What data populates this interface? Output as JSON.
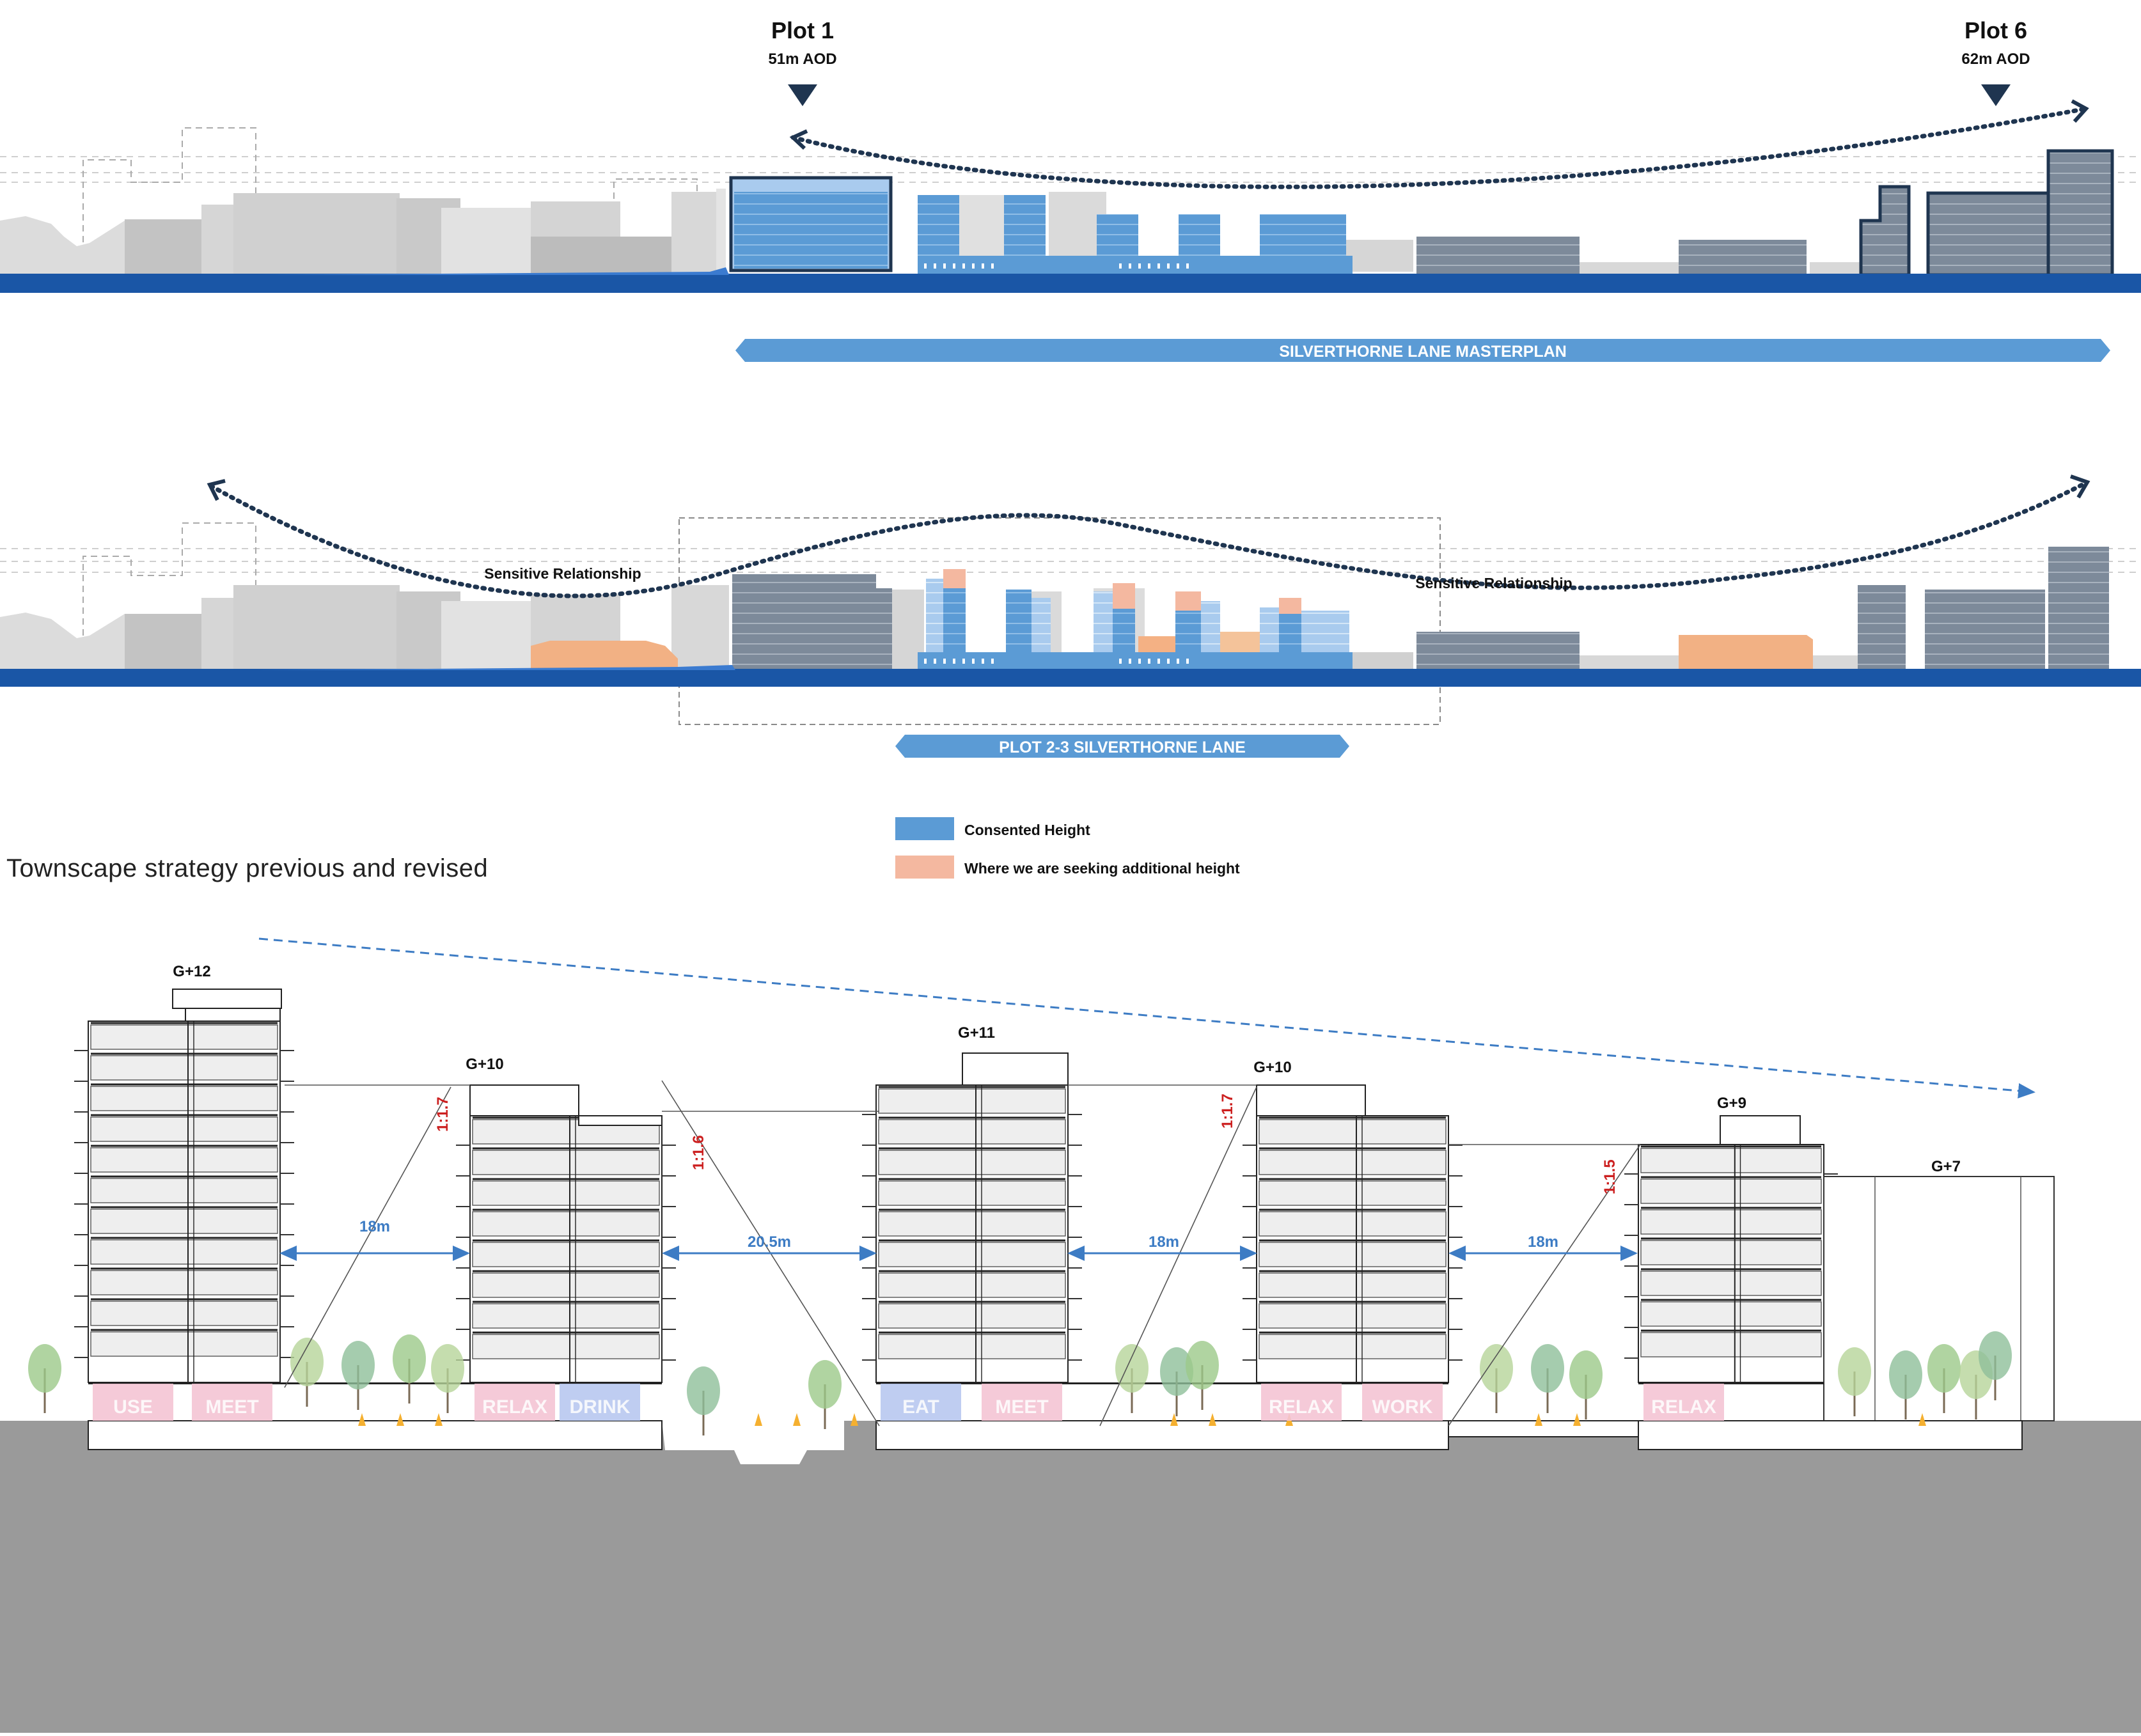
{
  "elevation_previous": {
    "plot1": {
      "title": "Plot 1",
      "aod": "51m AOD"
    },
    "plot6": {
      "title": "Plot 6",
      "aod": "62m AOD"
    },
    "banner": "SILVERTHORNE LANE MASTERPLAN"
  },
  "elevation_revised": {
    "relationship_left": "Sensitive Relationship",
    "relationship_right": "Sensitive Relationship",
    "banner": "PLOT 2-3 SILVERTHORNE LANE"
  },
  "legend": {
    "consented": {
      "label": "Consented Height",
      "color": "#5b9bd5"
    },
    "additional": {
      "label": "Where we are seeking additional height",
      "color": "#f4b8a0"
    }
  },
  "caption": "Townscape strategy previous and revised",
  "section": {
    "heights": [
      "G+12",
      "G+10",
      "G+11",
      "G+10",
      "G+9",
      "G+7"
    ],
    "ratios": [
      "1:1.7",
      "1:1.6",
      "1:1.7",
      "1:1.5"
    ],
    "distances": [
      "18m",
      "20.5m",
      "18m",
      "18m"
    ],
    "uses": [
      "USE",
      "MEET",
      "RELAX",
      "DRINK",
      "EAT",
      "MEET",
      "RELAX",
      "WORK",
      "RELAX"
    ]
  },
  "colors": {
    "ground": "#9a9a9a",
    "river": "#1a56a6",
    "consented_blue": "#5b9bd5",
    "existing_grey": "#c8c8c8",
    "dark_navy": "#1f3550",
    "ratio_red": "#cc2020",
    "dimension_blue": "#3d7cc4"
  }
}
